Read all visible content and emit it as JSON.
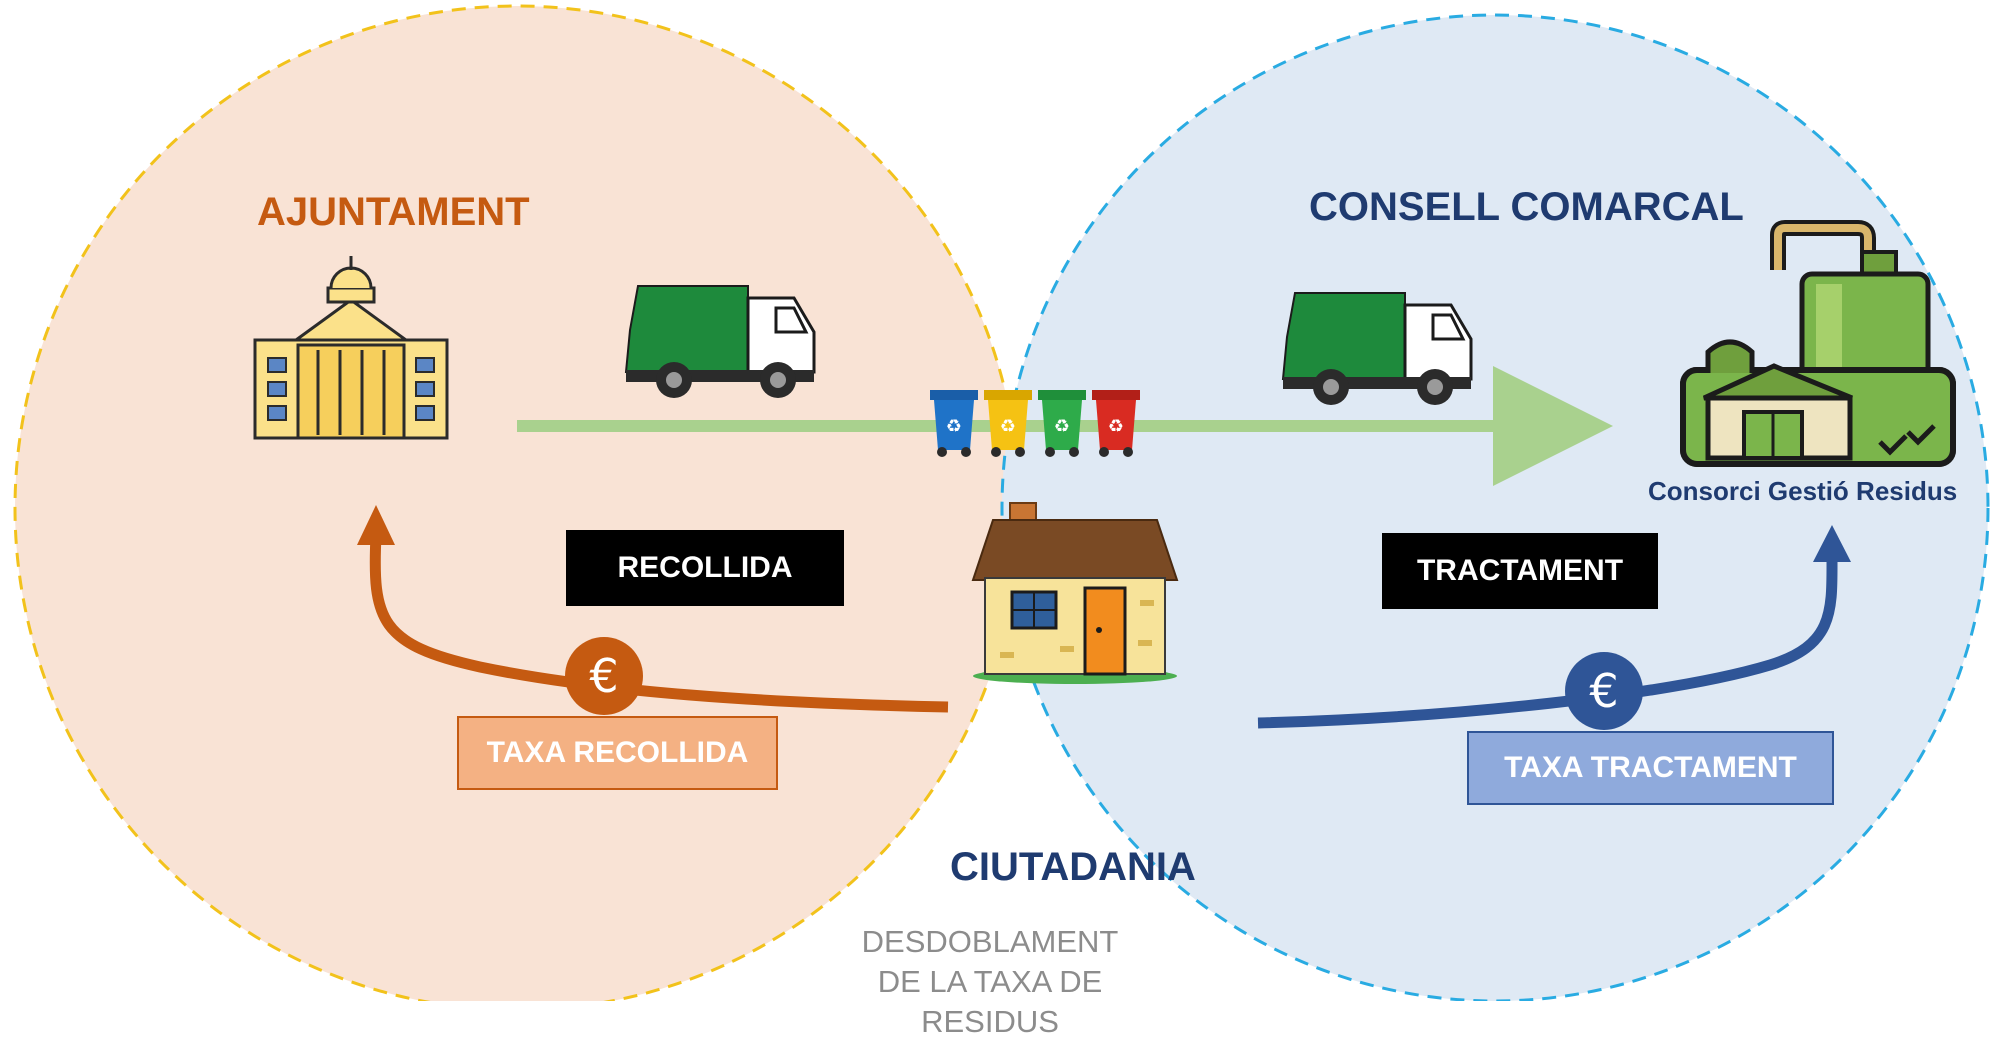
{
  "colors": {
    "left_circle_fill": "#f9e3d5",
    "left_circle_border": "#f2c21b",
    "right_circle_fill": "#dfe9f4",
    "right_circle_border": "#29abe2",
    "left_title": "#c55a11",
    "right_title": "#1f3b70",
    "collection_arrow": "#a9d18e",
    "left_payment_arrow": "#c55a11",
    "right_payment_arrow": "#2f5597",
    "tax_left_fill": "#f4b183",
    "tax_right_fill": "#8faadc",
    "truck_body": "#1e8a3c"
  },
  "left_region": {
    "title": "AJUNTAMENT",
    "icon": "city-hall-icon"
  },
  "right_region": {
    "title": "CONSELL COMARCAL",
    "icon": "waste-treatment-plant-icon",
    "plant_label": "Consorci Gestió Residus"
  },
  "center": {
    "title": "CIUTADANIA",
    "subtitle": "DESDOBLAMENT DE LA TAXA DE RESIDUS",
    "icon": "house-icon"
  },
  "stages": {
    "collection": "RECOLLIDA",
    "treatment": "TRACTAMENT"
  },
  "taxes": {
    "collection": "TAXA RECOLLIDA",
    "treatment": "TAXA TRACTAMENT"
  },
  "currency_symbol": "€",
  "icons": [
    "garbage-truck-icon",
    "recycling-bins-icon",
    "house-icon",
    "city-hall-icon",
    "waste-treatment-plant-icon",
    "euro-icon"
  ]
}
